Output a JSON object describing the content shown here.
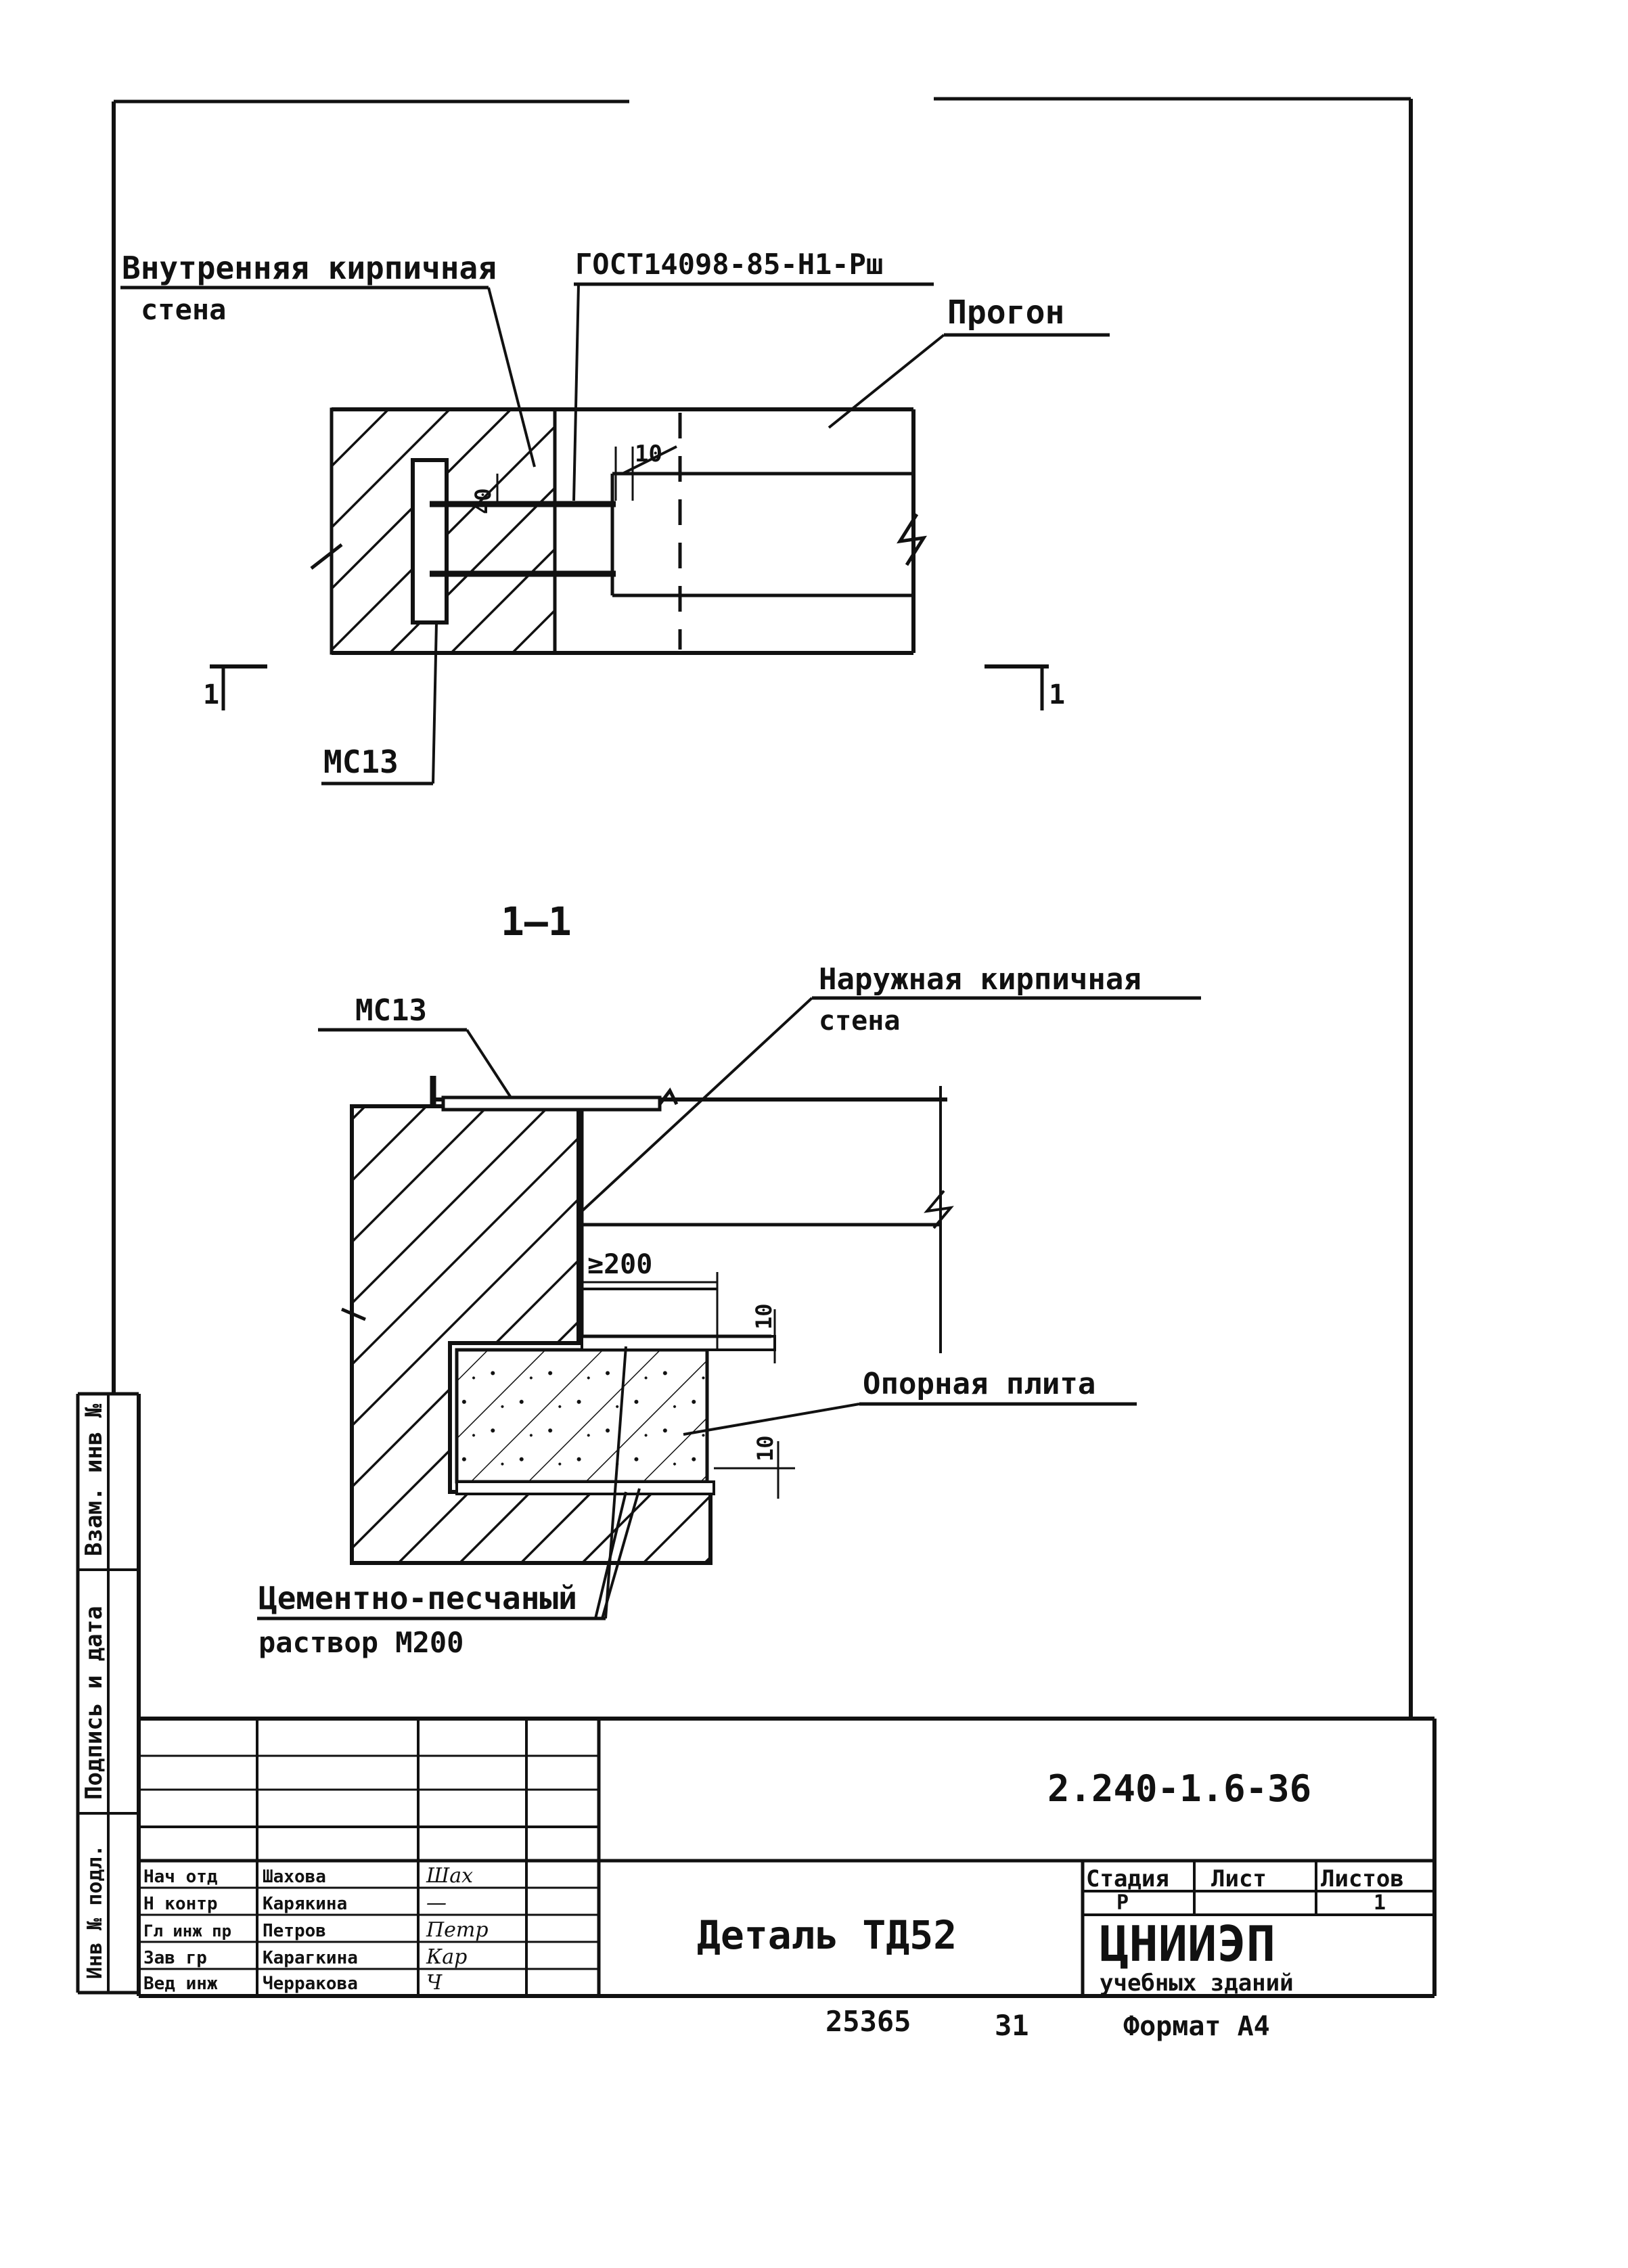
{
  "plan_view": {
    "wall_label_line1": "Внутренняя кирпичная",
    "wall_label_line2": "стена",
    "gost_label": "ГОСТ14098-85-Н1-Рш",
    "purlin_label": "Прогон",
    "dim_10": "10",
    "dim_40": "40",
    "plate_label": "МС13",
    "section_mark_left": "1",
    "section_mark_right": "1"
  },
  "section_view": {
    "title": "1–1",
    "plate_label": "МС13",
    "outer_wall_line1": "Наружная кирпичная",
    "outer_wall_line2": "стена",
    "dim_200": "≥200",
    "dim_10_upper": "10",
    "dim_10_lower": "10",
    "support_plate_label": "Опорная плита",
    "mortar_line1": "Цементно-песчаный",
    "mortar_line2": "раствор М200"
  },
  "side_stamp": {
    "field1": "Взам. инв №",
    "field2": "Подпись и дата",
    "field3": "Инв № подл."
  },
  "title_block": {
    "doc_number": "2.240-1.6-36",
    "drawing_title": "Деталь ТД52",
    "stage_header": "Стадия",
    "sheet_header": "Лист",
    "sheets_header": "Листов",
    "stage_value": "Р",
    "sheets_value": "1",
    "org_name": "ЦНИИЭП",
    "org_sub": "учебных зданий",
    "roles": [
      {
        "role": "Нач отд",
        "name": "Шахова",
        "sign": "Шах"
      },
      {
        "role": "Н контр",
        "name": "Карякина",
        "sign": "—"
      },
      {
        "role": "Гл инж пр",
        "name": "Петров",
        "sign": "Петр"
      },
      {
        "role": "Зав гр",
        "name": "Карагкина",
        "sign": "Кар"
      },
      {
        "role": "Вед инж",
        "name": "Черракова",
        "sign": "Ч"
      }
    ]
  },
  "footer": {
    "code": "25365",
    "page": "31",
    "format": "Формат А4"
  }
}
